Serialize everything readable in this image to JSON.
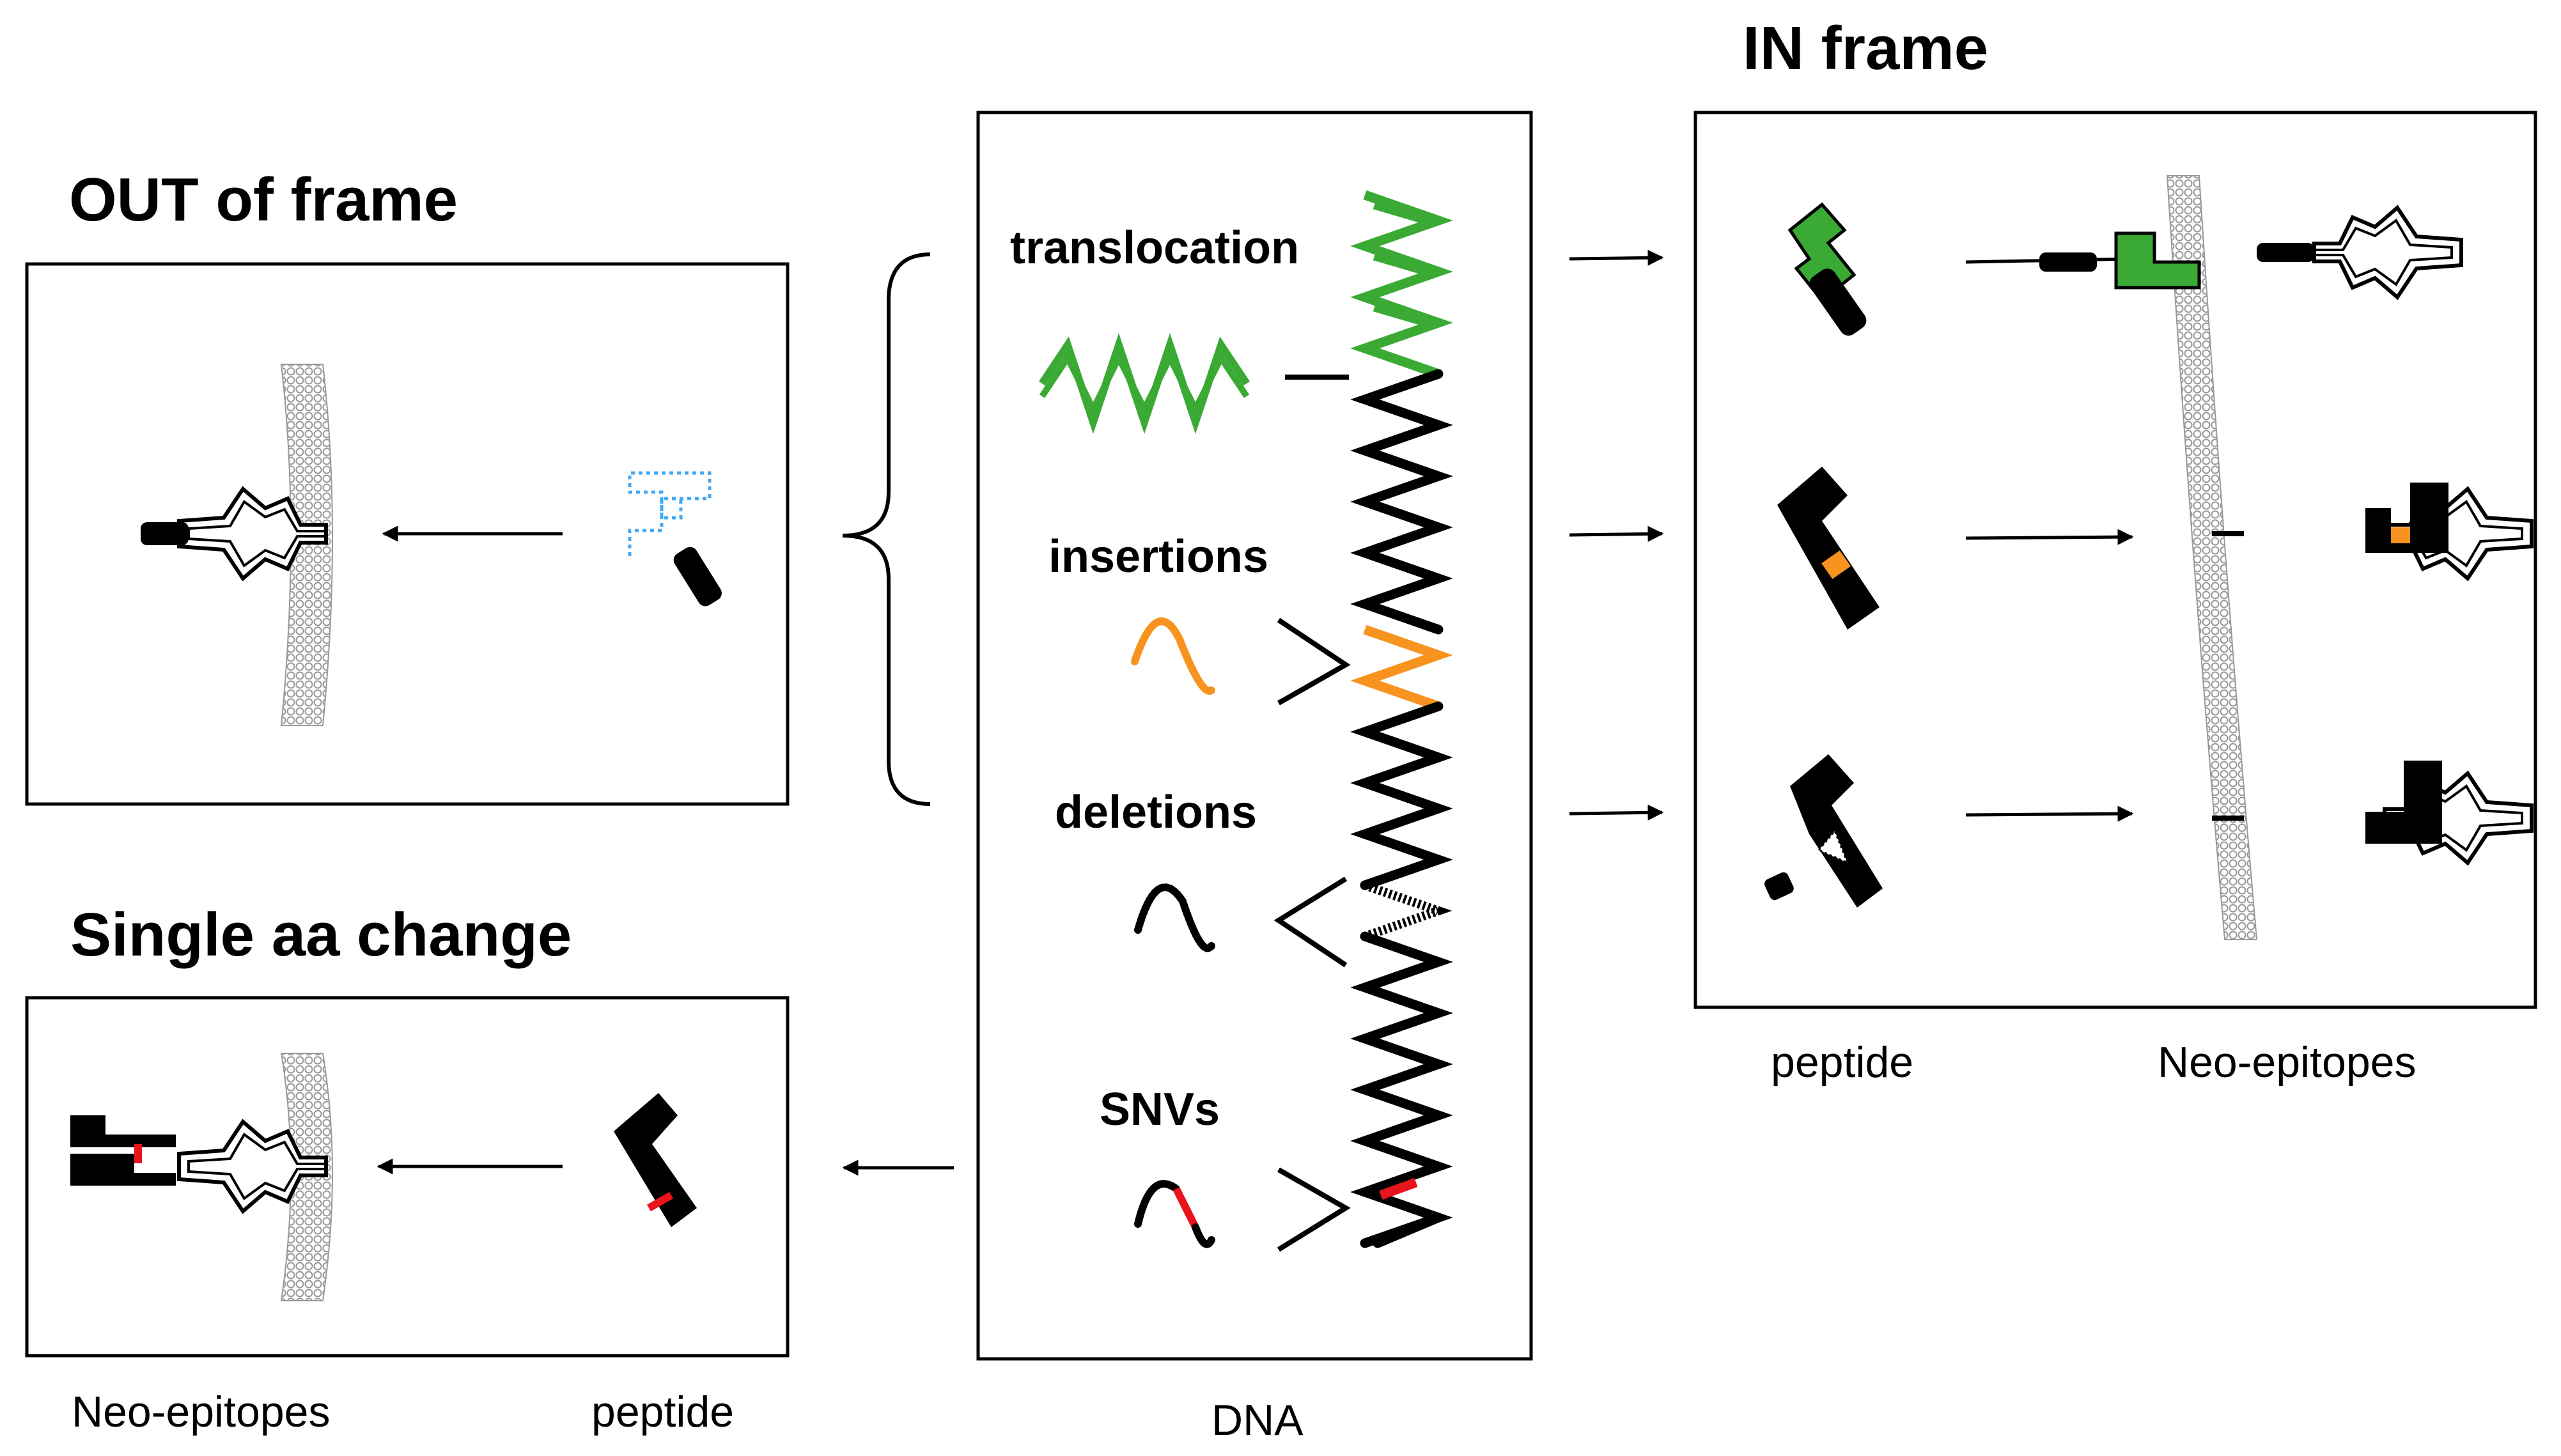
{
  "titles": {
    "out_of_frame": "OUT of frame",
    "in_frame": "IN frame",
    "single_aa": "Single aa change"
  },
  "dna_panel": {
    "translocation": "translocation",
    "insertions": "insertions",
    "deletions": "deletions",
    "snvs": "SNVs"
  },
  "captions": {
    "dna": "DNA",
    "in_frame_peptide": "peptide",
    "in_frame_neo": "Neo-epitopes",
    "bottom_neo": "Neo-epitopes",
    "bottom_peptide": "peptide"
  },
  "colors": {
    "translocation": "#3aaa35",
    "insertion": "#f7931e",
    "snv": "#e8141b",
    "out_of_frame_peptide": "#3fa9f5",
    "membrane": "#999999"
  }
}
